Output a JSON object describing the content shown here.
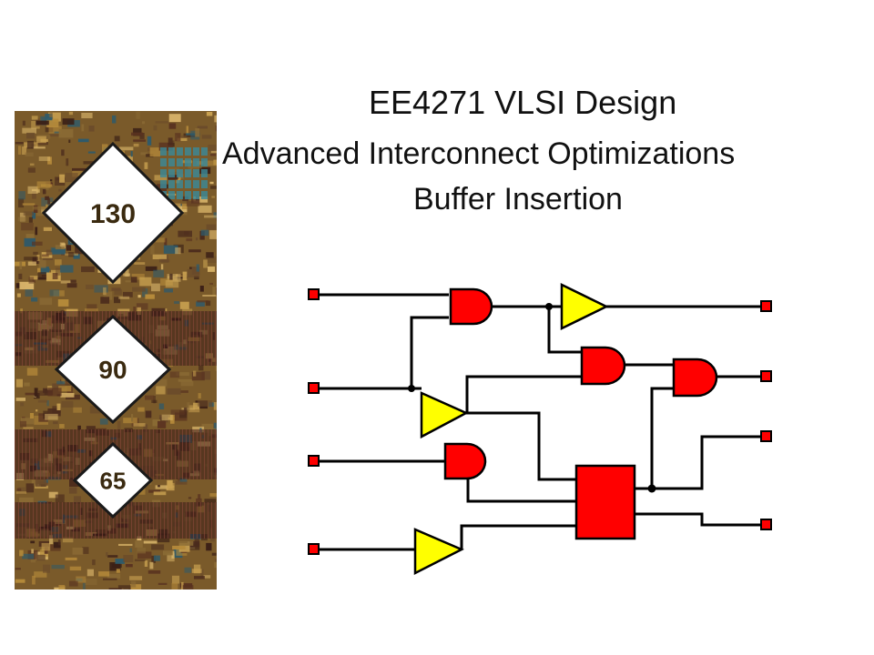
{
  "slide": {
    "course_title": "EE4271 VLSI Design",
    "lecture_title": "Advanced Interconnect Optimizations",
    "lecture_subtitle": "Buffer Insertion"
  },
  "technology_nodes": [
    "130",
    "90",
    "65"
  ],
  "colors": {
    "gate_fill": "#ff0000",
    "buffer_fill": "#ffff00",
    "pin_fill": "#ff0000",
    "wire": "#000000",
    "die_dark": "#3a1f16",
    "die_gold": "#b58a3a"
  }
}
